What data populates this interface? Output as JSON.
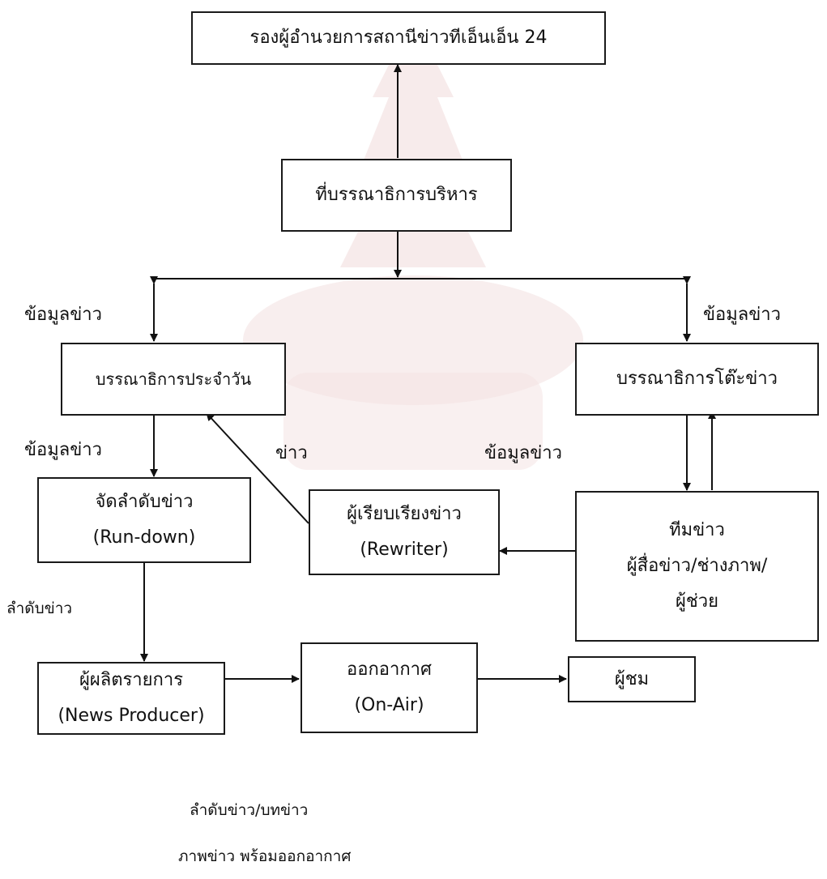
{
  "nodes": {
    "deputy_director": "รองผู้อำนวยการสถานีข่าวทีเอ็นเอ็น 24",
    "executive_advisor": "ที่บรรณาธิการบริหาร",
    "daily_editor": "บรรณาธิการประจำวัน",
    "news_desk_editor": "บรรณาธิการโต๊ะข่าว",
    "rundown": {
      "line1": "จัดลำดับข่าว",
      "line2": "(Run-down)"
    },
    "rewriter": {
      "line1": "ผู้เรียบเรียงข่าว",
      "line2": "(Rewriter)"
    },
    "news_team": {
      "line1": "ทีมข่าว",
      "line2": "ผู้สื่อข่าว/ช่างภาพ/",
      "line3": "ผู้ช่วย"
    },
    "producer": {
      "line1": "ผู้ผลิตรายการ",
      "line2": "(News Producer)"
    },
    "on_air": {
      "line1": "ออกอากาศ",
      "line2": "(On-Air)"
    },
    "audience": "ผู้ชม"
  },
  "labels": {
    "news_info_left": "ข้อมูลข่าว",
    "news_info_right": "ข้อมูลข่าว",
    "news_info_daily_to_rundown": "ข้อมูลข่าว",
    "news_from_rewriter": "ข่าว",
    "news_info_desk_to_team": "ข้อมูลข่าว",
    "news_order": "ลำดับข่าว",
    "order_script": "ลำดับข่าว/บทข่าว",
    "footage_ready": "ภาพข่าว พร้อมออกอากาศ"
  },
  "colors": {
    "line": "#111111",
    "watermark": "#f2dcdc"
  }
}
